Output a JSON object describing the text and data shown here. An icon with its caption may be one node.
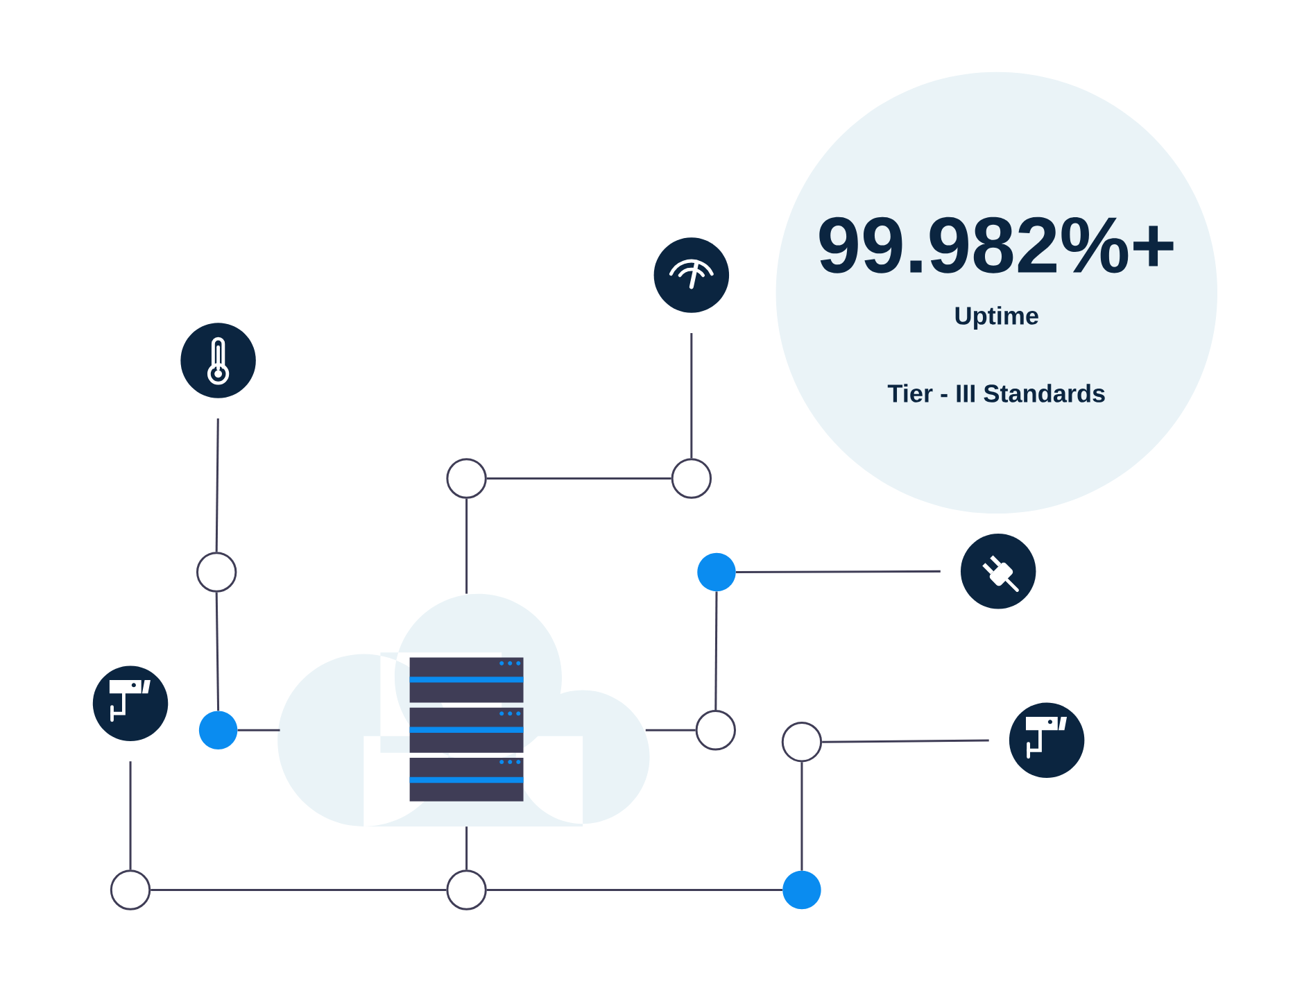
{
  "diagram": {
    "nodes": [
      {
        "text": [
          "99.982%+",
          "Uptime",
          "Tier - III Standards"
        ]
      },
      {
        "text": [],
        "shape": "picture"
      },
      {
        "text": [],
        "shape": "picture"
      },
      {
        "text": [],
        "shape": "circle"
      },
      {
        "text": [],
        "shape": "circle"
      },
      {
        "text": [],
        "shape": "picture"
      },
      {
        "text": [],
        "shape": "circle"
      },
      {
        "text": [],
        "shape": "circle"
      },
      {
        "text": [],
        "shape": "picture"
      },
      {
        "text": [],
        "shape": "circle"
      },
      {
        "text": [],
        "shape": "cloud"
      },
      {
        "text": [],
        "shape": "circle"
      },
      {
        "text": [],
        "shape": "circle"
      },
      {
        "text": [],
        "shape": "picture"
      },
      {
        "text": [],
        "shape": "circle"
      },
      {
        "text": [],
        "shape": "circle"
      },
      {
        "text": [],
        "shape": "circle"
      }
    ],
    "edges": [
      {
        "from": 2,
        "to": 7,
        "arrow": "none"
      },
      {
        "from": 7,
        "to": 9,
        "arrow": "none"
      },
      {
        "from": 9,
        "to": 10,
        "arrow": "none"
      },
      {
        "from": 3,
        "to": 4,
        "arrow": "none"
      },
      {
        "from": 1,
        "to": 4,
        "arrow": "none"
      },
      {
        "from": 3,
        "to": 10,
        "arrow": "none"
      },
      {
        "from": 6,
        "to": 5,
        "arrow": "none"
      },
      {
        "from": 6,
        "to": 11,
        "arrow": "none"
      },
      {
        "from": 11,
        "to": 10,
        "arrow": "none"
      },
      {
        "from": 12,
        "to": 13,
        "arrow": "none"
      },
      {
        "from": 12,
        "to": 16,
        "arrow": "none"
      },
      {
        "from": 8,
        "to": 14,
        "arrow": "none"
      },
      {
        "from": 14,
        "to": 15,
        "arrow": "none"
      },
      {
        "from": 15,
        "to": 10,
        "arrow": "none"
      },
      {
        "from": 15,
        "to": 16,
        "arrow": "none"
      }
    ]
  }
}
